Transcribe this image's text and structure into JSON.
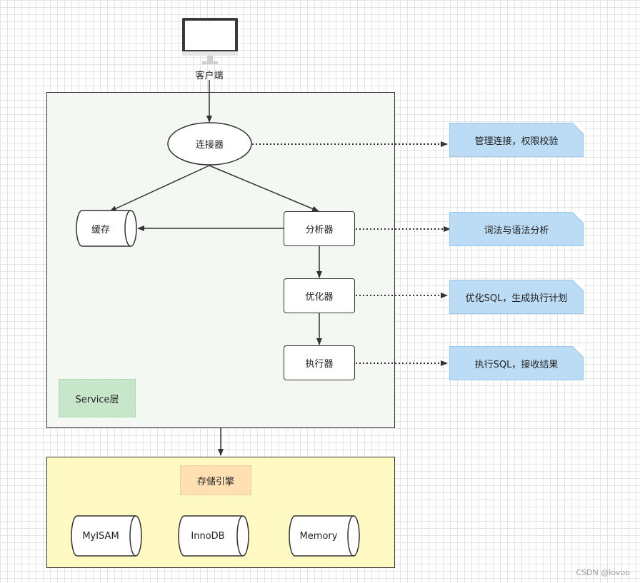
{
  "client": {
    "label": "客户端",
    "icon": "monitor-icon"
  },
  "service": {
    "tag": "Service层",
    "nodes": {
      "connector": "连接器",
      "cache": "缓存",
      "analyzer": "分析器",
      "optimizer": "优化器",
      "executor": "执行器"
    }
  },
  "notes": {
    "connector": "管理连接，权限校验",
    "analyzer": "词法与语法分析",
    "optimizer": "优化SQL，生成执行计划",
    "executor": "执行SQL，接收结果"
  },
  "engine": {
    "tag": "存储引擎",
    "items": [
      "MyISAM",
      "InnoDB",
      "Memory"
    ]
  },
  "watermark": "CSDN @lovoo",
  "colors": {
    "service_bg": "#f3f8f2",
    "engine_bg": "#fff9c4",
    "note_bg": "#bcdcf5",
    "service_tag_bg": "#c8e6c9",
    "engine_tag_bg": "#ffe0b2",
    "stroke": "#333333"
  }
}
